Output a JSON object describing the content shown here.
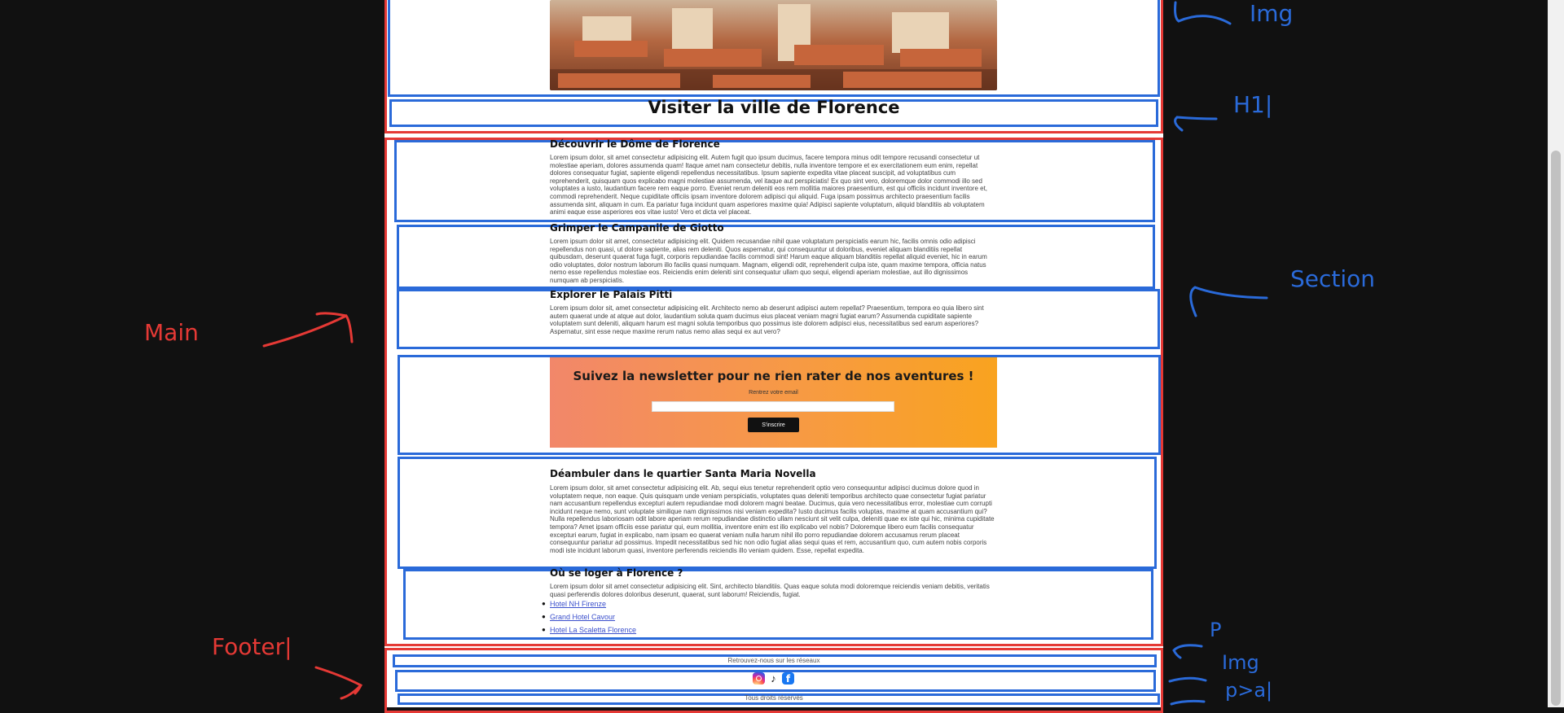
{
  "page": {
    "h1": "Visiter la ville de Florence"
  },
  "sections": [
    {
      "title": "Découvrir le Dôme de Florence",
      "text": "Lorem ipsum dolor, sit amet consectetur adipisicing elit. Autem fugit quo ipsum ducimus, facere tempora minus odit tempore recusandi consectetur ut molestiae aperiam, dolores assumenda quam! Itaque amet nam consectetur debitis, nulla inventore tempore et ex exercitationem eum enim, repellat dolores consequatur fugiat, sapiente eligendi repellendus necessitatibus. Ipsum sapiente expedita vitae placeat suscipit, ad voluptatibus cum reprehenderit, quisquam quos explicabo magni molestiae assumenda, vel itaque aut perspiciatis! Ex quo sint vero, doloremque dolor commodi illo sed voluptates a iusto, laudantium facere rem eaque porro. Eveniet rerum deleniti eos rem mollitia maiores praesentium, est qui officiis incidunt inventore et, commodi reprehenderit. Neque cupiditate officiis ipsam inventore dolorem adipisci qui aliquid. Fuga ipsam possimus architecto praesentium facilis assumenda sint, aliquam in cum. Ea pariatur fuga incidunt quam asperiores maxime quia! Adipisci sapiente voluptatum, aliquid blanditiis ab voluptatem animi eaque esse asperiores eos vitae iusto! Vero et dicta vel placeat."
    },
    {
      "title": "Grimper le Campanile de Giotto",
      "text": "Lorem ipsum dolor sit amet, consectetur adipisicing elit. Quidem recusandae nihil quae voluptatum perspiciatis earum hic, facilis omnis odio adipisci repellendus non quasi, ut dolore sapiente, alias rem deleniti. Quos aspernatur, qui consequuntur ut doloribus, eveniet aliquam blanditiis repellat quibusdam, deserunt quaerat fuga fugit, corporis repudiandae facilis commodi sint! Harum eaque aliquam blanditiis repellat aliquid eveniet, hic in earum odio voluptates, dolor nostrum laborum illo facilis quasi numquam. Magnam, eligendi odit, reprehenderit culpa iste, quam maxime tempora, officia natus nemo esse repellendus molestiae eos. Reiciendis enim deleniti sint consequatur ullam quo sequi, eligendi aperiam molestiae, aut illo dignissimos numquam ab perspiciatis."
    },
    {
      "title": "Explorer le Palais Pitti",
      "text": "Lorem ipsum dolor sit, amet consectetur adipisicing elit. Architecto nemo ab deserunt adipisci autem repellat? Praesentium, tempora eo quia libero sint autem quaerat unde at atque aut dolor, laudantium soluta quam ducimus eius placeat veniam magni fugiat earum? Assumenda cupiditate sapiente voluptatem sunt deleniti, aliquam harum est magni soluta temporibus quo possimus iste dolorem adipisci eius, necessitatibus sed earum asperiores? Aspernatur, sint esse neque maxime rerum natus nemo alias sequi ex aut vero?"
    },
    {
      "title": "Déambuler dans le quartier Santa Maria Novella",
      "text": "Lorem ipsum dolor, sit amet consectetur adipisicing elit. Ab, sequi eius tenetur reprehenderit optio vero consequuntur adipisci ducimus dolore quod in voluptatem neque, non eaque. Quis quisquam unde veniam perspiciatis, voluptates quas deleniti temporibus architecto quae consectetur fugiat pariatur nam accusantium repellendus excepturi autem repudiandae modi dolorem magni beatae. Ducimus, quia vero necessitatibus error, molestiae cum corrupti incidunt neque nemo, sunt voluptate similique nam dignissimos nisi veniam expedita? Iusto ducimus facilis voluptas, maxime at quam accusantium qui? Nulla repellendus laboriosam odit labore aperiam rerum repudiandae distinctio ullam nesciunt sit velit culpa, deleniti quae ex iste qui hic, minima cupiditate tempora? Amet ipsam officiis esse pariatur qui, eum mollitia, inventore enim est illo explicabo vel nobis? Doloremque libero eum facilis consequatur excepturi earum, fugiat in explicabo, nam ipsam eo quaerat veniam nulla harum nihil illo porro repudiandae dolorem accusamus rerum placeat consequuntur pariatur ad possimus. Impedit necessitatibus sed hic non odio fugiat alias sequi quas et rem, accusantium quo, cum autem nobis corporis modi iste incidunt laborum quasi, inventore perferendis reiciendis illo veniam quidem. Esse, repellat expedita."
    },
    {
      "title": "Où se loger à Florence ?",
      "text": "Lorem ipsum dolor sit amet consectetur adipisicing elit. Sint, architecto blanditiis. Quas eaque soluta modi doloremque reiciendis veniam debitis, veritatis quasi perferendis dolores doloribus deserunt, quaerat, sunt laborum! Reiciendis, fugiat."
    }
  ],
  "hotels": [
    "Hotel NH Firenze",
    "Grand Hotel Cavour",
    "Hotel La Scaletta Florence"
  ],
  "newsletter": {
    "title": "Suivez la newsletter pour ne rien rater de nos aventures !",
    "label": "Rentrez votre email",
    "button": "S'inscrire"
  },
  "footer": {
    "social_text": "Retrouvez-nous sur les réseaux",
    "rights": "Tous droits réservés",
    "icons": [
      "instagram-icon",
      "tiktok-icon",
      "facebook-icon"
    ]
  },
  "annotations": {
    "img_top": "Img",
    "h1": "H1|",
    "section": "Section",
    "main": "Main",
    "footer": "Footer|",
    "p": "P",
    "img_footer": "Img",
    "pa": "p>a|"
  },
  "colors": {
    "annotation_red": "#e53935",
    "annotation_blue": "#2a6ad9",
    "newsletter_start": "#f2876a",
    "newsletter_end": "#f9a31f"
  }
}
